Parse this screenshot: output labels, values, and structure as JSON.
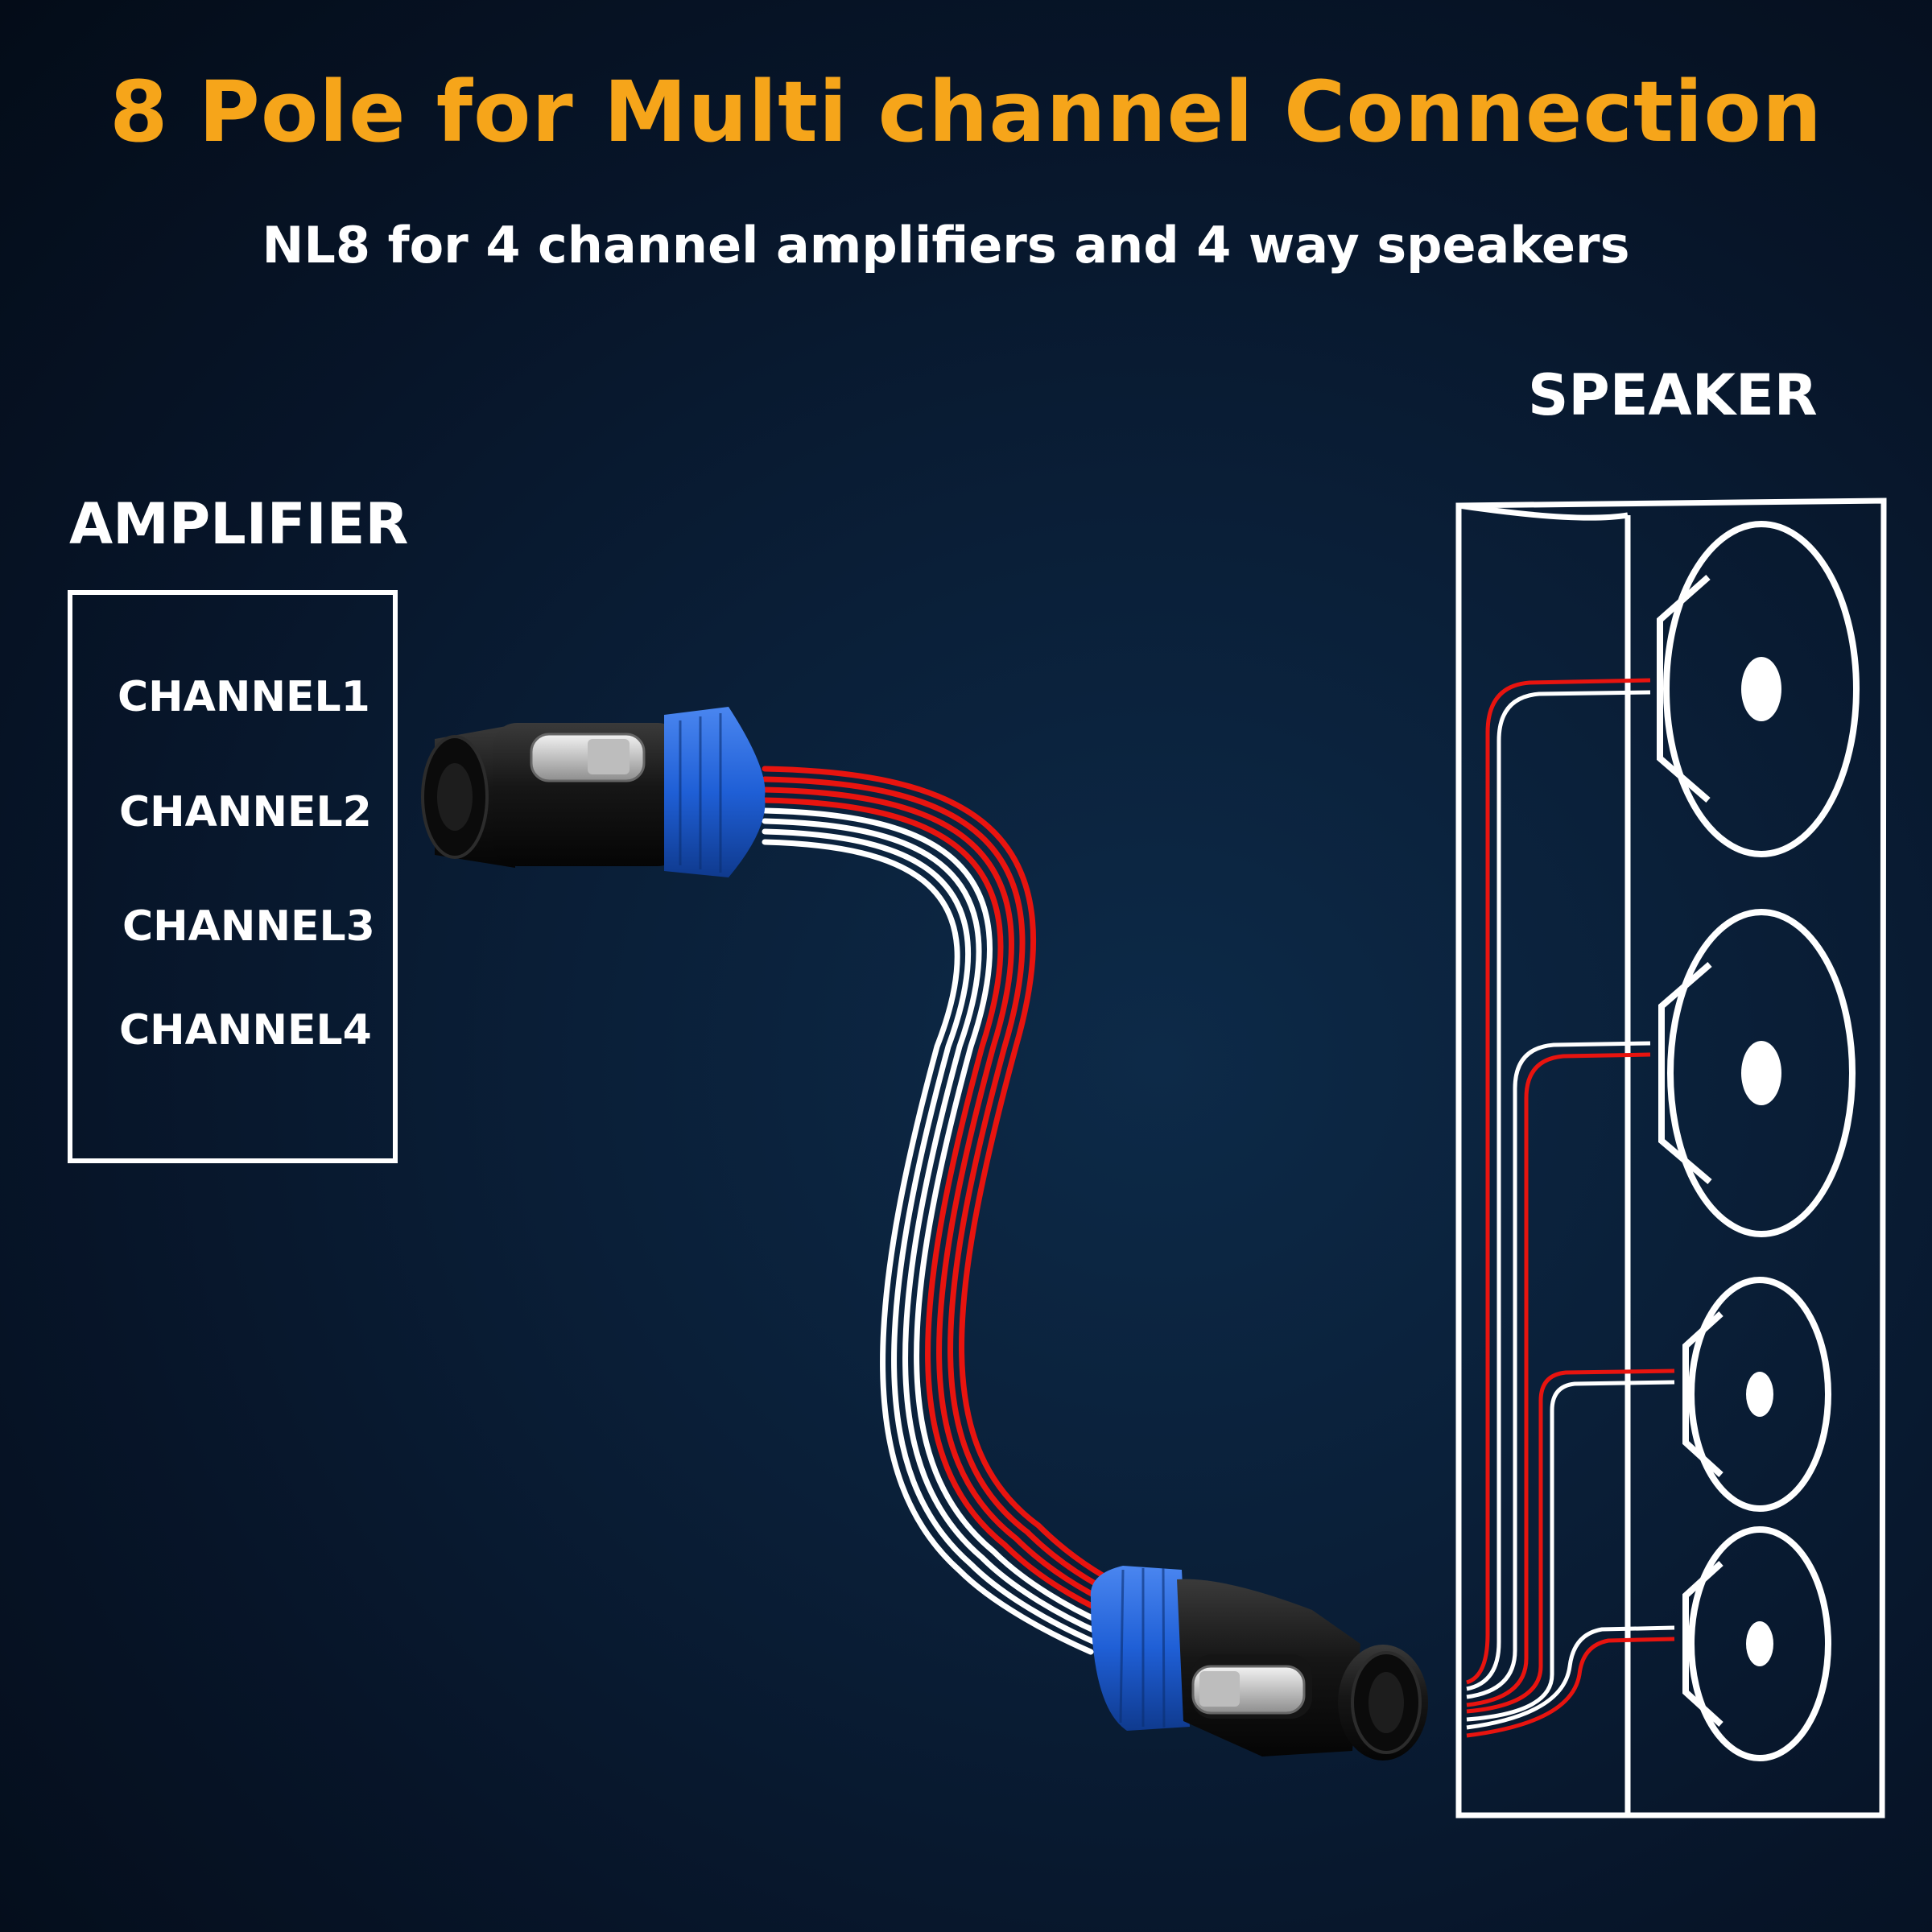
{
  "title": "8 Pole for Multi channel Connection",
  "subtitle": "NL8 for 4 channel amplifiers and 4 way speakers",
  "amplifier": {
    "heading": "AMPLIFIER",
    "channels": [
      "CHANNEL1",
      "CHANNEL2",
      "CHANNEL3",
      "CHANNEL4"
    ]
  },
  "speaker": {
    "heading": "SPEAKER",
    "drivers": 4
  },
  "colors": {
    "title": "#f6a51a",
    "text": "#ffffff",
    "wire_red": "#e8140f",
    "wire_white": "#ffffff",
    "connector_blue": "#1f5fd6",
    "connector_black": "#111111",
    "background": "#0a1f38"
  },
  "icons": [
    "speakon-connector-icon",
    "speaker-cone-icon"
  ]
}
